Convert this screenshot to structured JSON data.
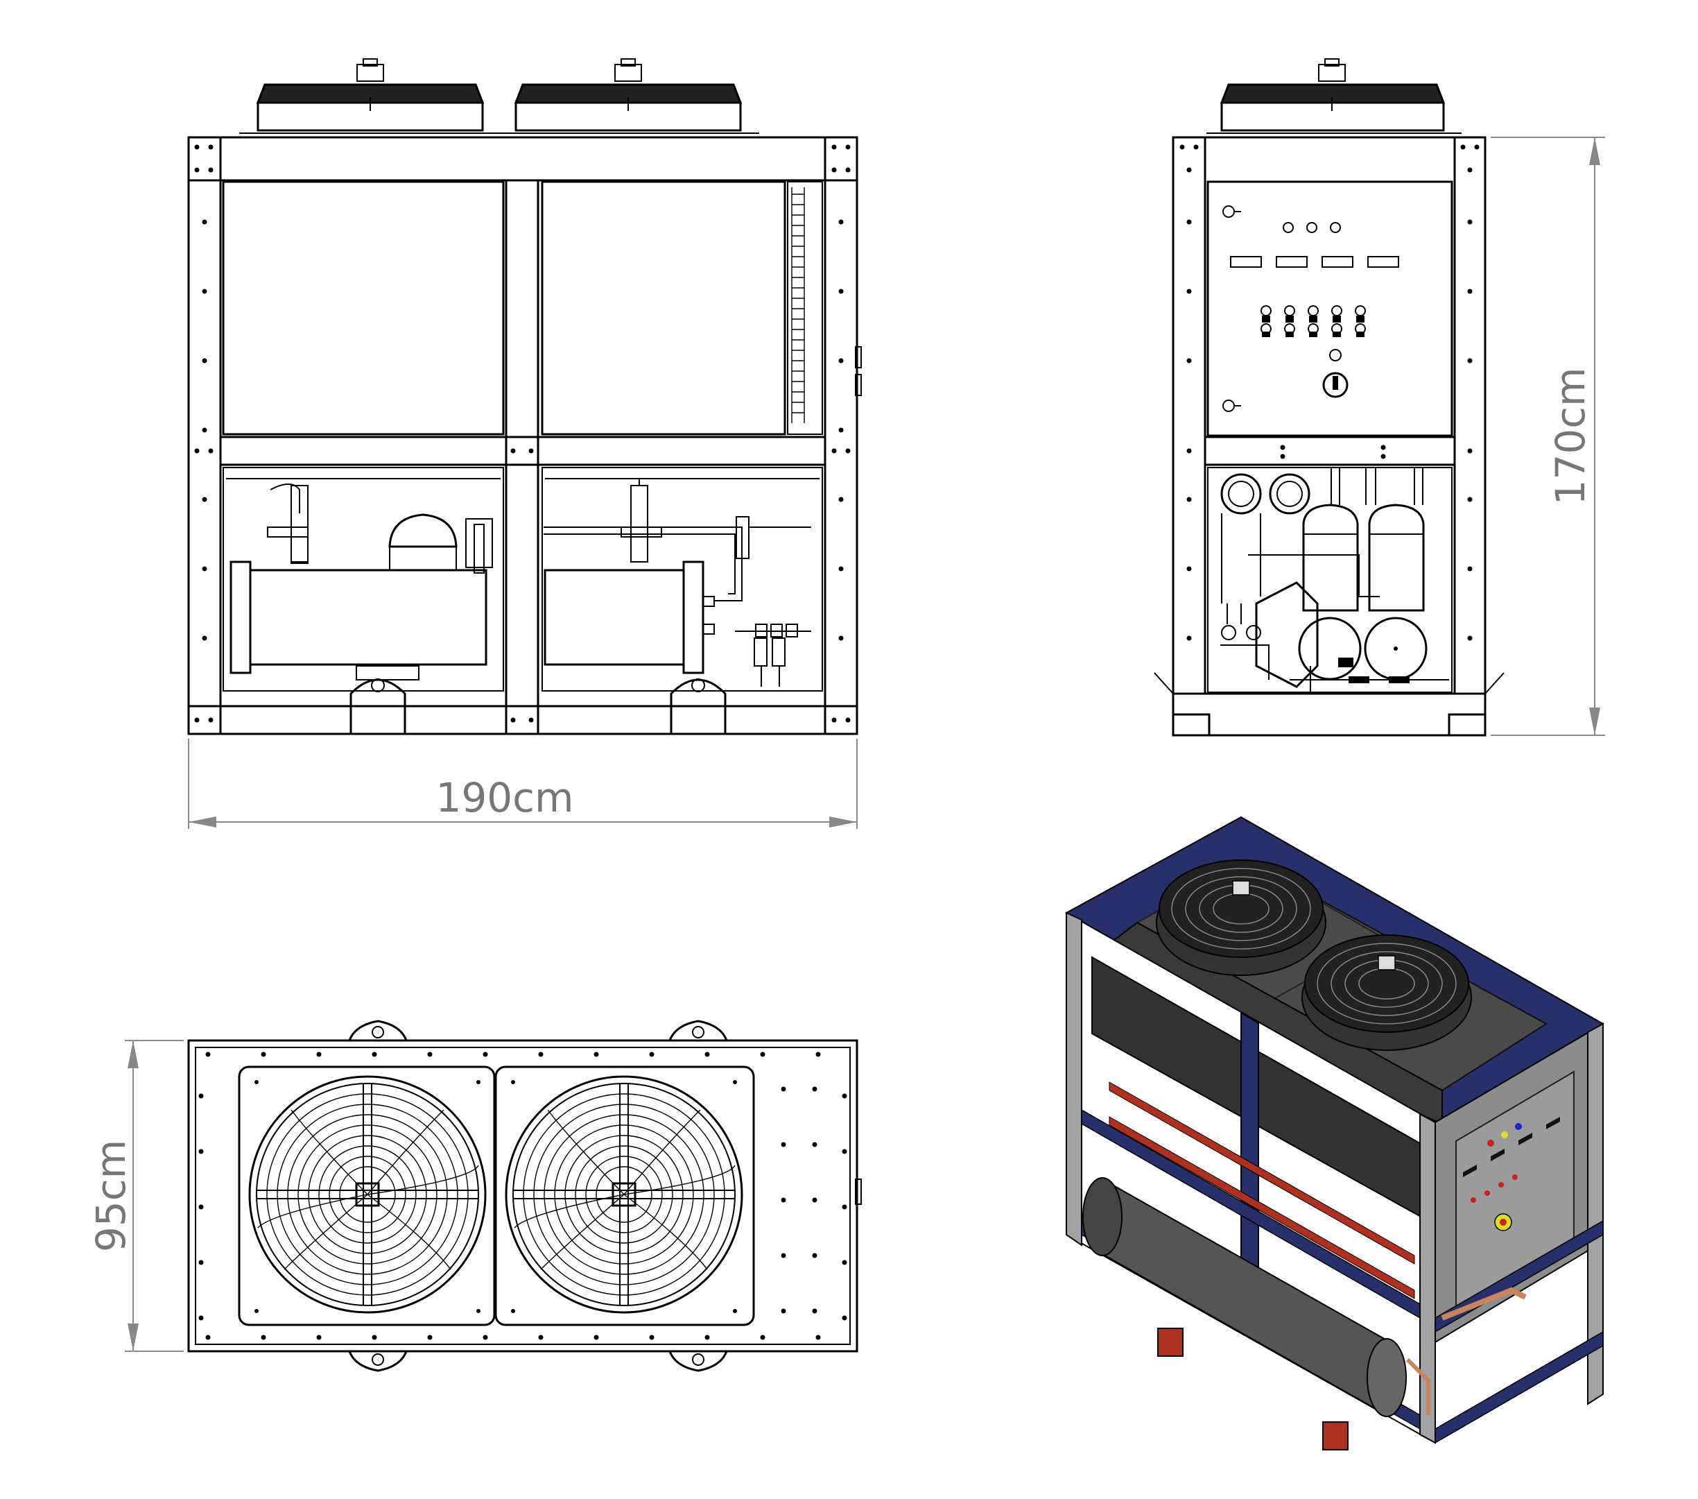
{
  "dimensions": {
    "width": "190cm",
    "height": "170cm",
    "depth": "95cm"
  },
  "views": [
    "front-view",
    "side-view",
    "top-view",
    "isometric-view"
  ],
  "colors": {
    "line": "#000000",
    "dimension": "#888888",
    "frame_blue": "#27306b",
    "frame_gray": "#a3a3a3",
    "panel_dark": "#4a4a4a",
    "pipe_red": "#b03020",
    "copper": "#c8845a"
  }
}
